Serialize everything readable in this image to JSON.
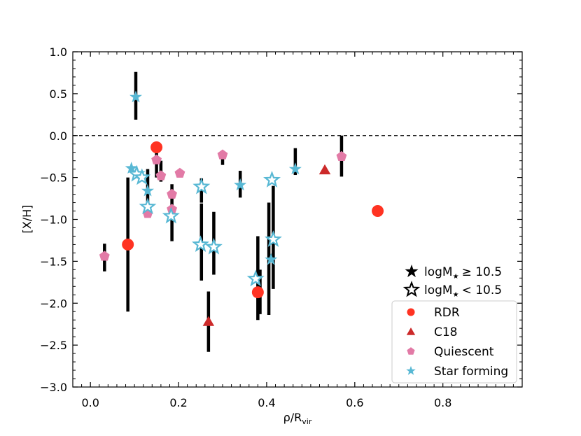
{
  "chart_data": {
    "type": "scatter",
    "title": "",
    "xlabel": "ρ/R",
    "xlabel_sub": "vir",
    "ylabel": "[X/H]",
    "xlim": [
      -0.04,
      0.98
    ],
    "ylim": [
      -3.0,
      1.0
    ],
    "x_ticks": [
      0.0,
      0.2,
      0.4,
      0.6,
      0.8
    ],
    "x_tick_labels": [
      "0.0",
      "0.2",
      "0.4",
      "0.6",
      "0.8"
    ],
    "y_ticks": [
      1.0,
      0.5,
      0.0,
      -0.5,
      -1.0,
      -1.5,
      -2.0,
      -2.5,
      -3.0
    ],
    "y_tick_labels": [
      "1.0",
      "0.5",
      "0.0",
      "−0.5",
      "−1.0",
      "−1.5",
      "−2.0",
      "−2.5",
      "−3.0"
    ],
    "reference_line": {
      "y": 0.0,
      "style": "dashed"
    },
    "grid": false,
    "mass_legend": {
      "placement": "right",
      "entries": [
        {
          "label": "logM",
          "sub": "★",
          "rel": "≥ 10.5",
          "marker": "filled-star"
        },
        {
          "label": "logM",
          "sub": "★",
          "rel": "< 10.5",
          "marker": "open-star"
        }
      ]
    },
    "legend": {
      "placement": "lower-right",
      "entries": [
        {
          "name": "RDR",
          "marker": "circle",
          "color": "#ff3322"
        },
        {
          "name": "C18",
          "marker": "triangle",
          "color": "#cc2a2a"
        },
        {
          "name": "Quiescent",
          "marker": "pentagon",
          "color": "#e27aa6"
        },
        {
          "name": "Star forming",
          "marker": "star",
          "color": "#58b8d4"
        }
      ]
    },
    "error_bars": [
      {
        "x": 0.103,
        "low": 0.19,
        "high": 0.76
      },
      {
        "x": 0.085,
        "low": -2.1,
        "high": -0.5
      },
      {
        "x": 0.15,
        "low": -0.5,
        "high": -0.1
      },
      {
        "x": 0.16,
        "low": -0.55,
        "high": -0.3
      },
      {
        "x": 0.13,
        "low": -0.9,
        "high": -0.4
      },
      {
        "x": 0.185,
        "low": -1.26,
        "high": -0.58
      },
      {
        "x": 0.252,
        "low": -1.73,
        "high": -0.81
      },
      {
        "x": 0.252,
        "low": -0.8,
        "high": -0.51
      },
      {
        "x": 0.28,
        "low": -1.66,
        "high": -0.91
      },
      {
        "x": 0.3,
        "low": -0.35,
        "high": -0.2
      },
      {
        "x": 0.34,
        "low": -0.74,
        "high": -0.42
      },
      {
        "x": 0.38,
        "low": -2.2,
        "high": -1.2
      },
      {
        "x": 0.385,
        "low": -2.13,
        "high": -1.6
      },
      {
        "x": 0.405,
        "low": -2.14,
        "high": -0.8
      },
      {
        "x": 0.415,
        "low": -1.83,
        "high": -0.6
      },
      {
        "x": 0.465,
        "low": -0.47,
        "high": -0.15
      },
      {
        "x": 0.57,
        "low": -0.49,
        "high": 0.0
      },
      {
        "x": 0.268,
        "low": -2.58,
        "high": -1.86
      },
      {
        "x": 0.032,
        "low": -1.62,
        "high": -1.29
      }
    ],
    "series": [
      {
        "name": "RDR",
        "marker": "circle",
        "color": "#ff3322",
        "points": [
          {
            "x": 0.085,
            "y": -1.3
          },
          {
            "x": 0.15,
            "y": -0.14
          },
          {
            "x": 0.38,
            "y": -1.87
          },
          {
            "x": 0.652,
            "y": -0.9
          }
        ]
      },
      {
        "name": "C18",
        "marker": "triangle",
        "color": "#cc2a2a",
        "points": [
          {
            "x": 0.268,
            "y": -2.22
          },
          {
            "x": 0.532,
            "y": -0.41
          }
        ]
      },
      {
        "name": "Quiescent",
        "marker": "pentagon",
        "color": "#e27aa6",
        "points": [
          {
            "x": 0.032,
            "y": -1.44
          },
          {
            "x": 0.13,
            "y": -0.93
          },
          {
            "x": 0.15,
            "y": -0.29
          },
          {
            "x": 0.16,
            "y": -0.48
          },
          {
            "x": 0.185,
            "y": -0.7
          },
          {
            "x": 0.185,
            "y": -0.88
          },
          {
            "x": 0.203,
            "y": -0.45
          },
          {
            "x": 0.3,
            "y": -0.23
          },
          {
            "x": 0.57,
            "y": -0.25
          }
        ]
      },
      {
        "name": "Star forming",
        "marker": "star",
        "color": "#58b8d4",
        "points": [
          {
            "x": 0.103,
            "y": 0.46,
            "filled": true
          },
          {
            "x": 0.093,
            "y": -0.39,
            "filled": true
          },
          {
            "x": 0.105,
            "y": -0.46,
            "filled": false
          },
          {
            "x": 0.117,
            "y": -0.5,
            "filled": false
          },
          {
            "x": 0.13,
            "y": -0.66,
            "filled": true
          },
          {
            "x": 0.13,
            "y": -0.85,
            "filled": false
          },
          {
            "x": 0.183,
            "y": -0.96,
            "filled": false
          },
          {
            "x": 0.252,
            "y": -0.61,
            "filled": false
          },
          {
            "x": 0.25,
            "y": -1.3,
            "filled": false
          },
          {
            "x": 0.28,
            "y": -1.33,
            "filled": false
          },
          {
            "x": 0.34,
            "y": -0.59,
            "filled": true
          },
          {
            "x": 0.375,
            "y": -1.71,
            "filled": false
          },
          {
            "x": 0.41,
            "y": -1.48,
            "filled": true
          },
          {
            "x": 0.412,
            "y": -0.53,
            "filled": false
          },
          {
            "x": 0.415,
            "y": -1.24,
            "filled": false
          },
          {
            "x": 0.465,
            "y": -0.4,
            "filled": true
          }
        ]
      }
    ]
  }
}
